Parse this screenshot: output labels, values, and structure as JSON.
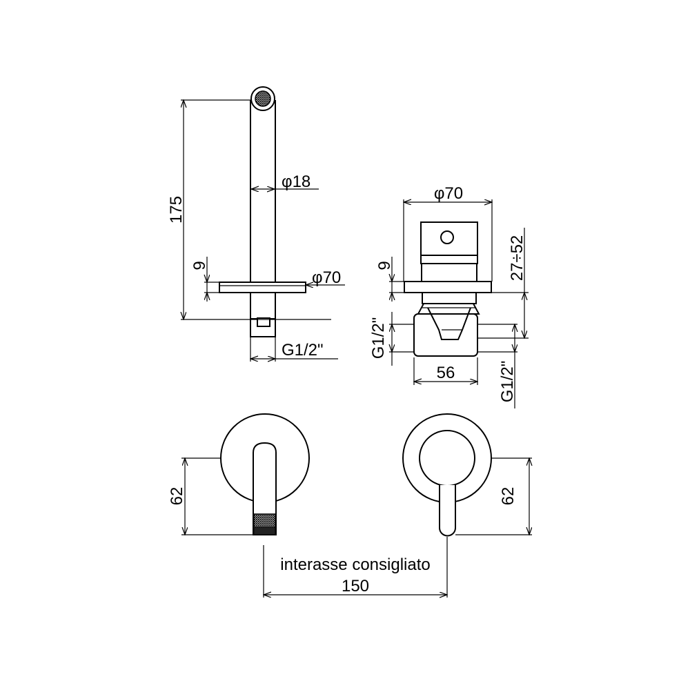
{
  "spout_side_view": {
    "height_label": "175",
    "tube_diameter_label": "φ18",
    "plate_thickness_label": "9",
    "plate_diameter_label": "φ70",
    "connection_label": "G1/2\""
  },
  "mixer_side_view": {
    "plate_diameter_label": "φ70",
    "plate_thickness_label": "9",
    "depth_range_label": "27÷52",
    "inlet_left_label": "G1/2\"",
    "body_width_label": "56",
    "inlet_right_label": "G1/2\""
  },
  "front_view": {
    "spout_height_label": "62",
    "lever_height_label": "62",
    "spacing_note": "interasse consigliato",
    "spacing_label": "150"
  }
}
